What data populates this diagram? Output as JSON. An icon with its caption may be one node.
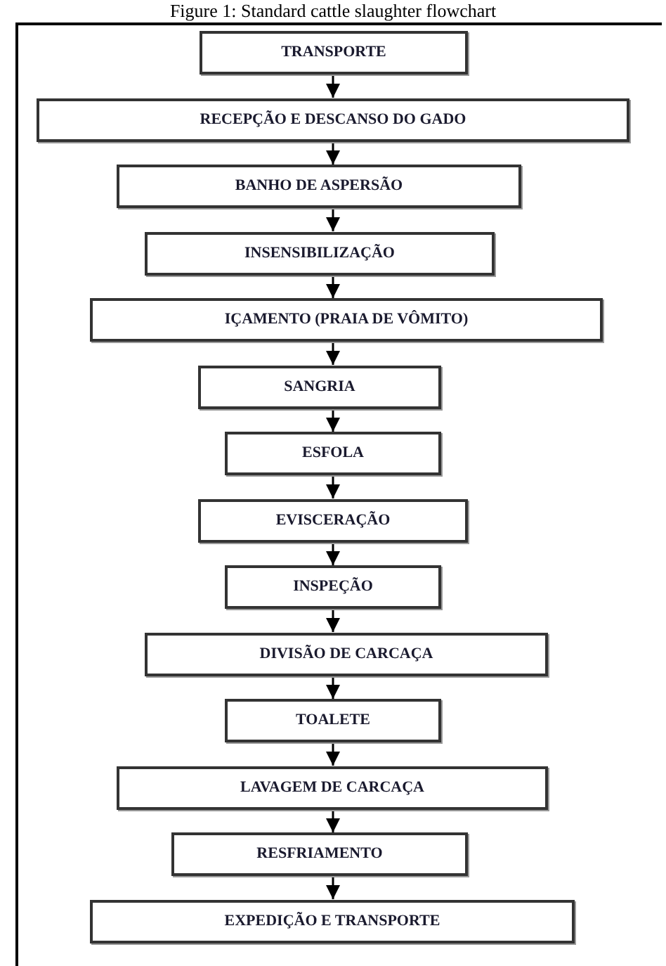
{
  "diagram": {
    "title": "Figure 1: Standard cattle slaughter flowchart",
    "nodes": [
      {
        "text": [
          "TRANSPORTE"
        ]
      },
      {
        "text": [
          "RECEPÇÃO E DESCANSO DO GADO"
        ]
      },
      {
        "text": [
          "BANHO DE ASPERSÃO"
        ]
      },
      {
        "text": [
          "INSENSIBILIZAÇÃO"
        ]
      },
      {
        "text": [
          "IÇAMENTO (PRAIA DE VÔMITO)"
        ]
      },
      {
        "text": [
          "SANGRIA"
        ]
      },
      {
        "text": [
          "ESFOLA"
        ]
      },
      {
        "text": [
          "EVISCERAÇÃO"
        ]
      },
      {
        "text": [
          "INSPEÇÃO"
        ]
      },
      {
        "text": [
          "DIVISÃO DE CARCAÇA"
        ]
      },
      {
        "text": [
          "TOALETE"
        ]
      },
      {
        "text": [
          "LAVAGEM DE CARCAÇA"
        ]
      },
      {
        "text": [
          "RESFRIAMENTO"
        ]
      },
      {
        "text": [
          "EXPEDIÇÃO E TRANSPORTE"
        ]
      }
    ],
    "edges": [
      {
        "from": 0,
        "to": 1,
        "arrow": "to"
      },
      {
        "from": 1,
        "to": 2,
        "arrow": "to"
      },
      {
        "from": 2,
        "to": 3,
        "arrow": "to"
      },
      {
        "from": 3,
        "to": 4,
        "arrow": "to"
      },
      {
        "from": 4,
        "to": 5,
        "arrow": "to"
      },
      {
        "from": 5,
        "to": 6,
        "arrow": "to"
      },
      {
        "from": 6,
        "to": 7,
        "arrow": "to"
      },
      {
        "from": 7,
        "to": 8,
        "arrow": "to"
      },
      {
        "from": 8,
        "to": 9,
        "arrow": "to"
      },
      {
        "from": 9,
        "to": 10,
        "arrow": "to"
      },
      {
        "from": 10,
        "to": 11,
        "arrow": "to"
      },
      {
        "from": 11,
        "to": 12,
        "arrow": "to"
      },
      {
        "from": 12,
        "to": 13,
        "arrow": "to"
      }
    ]
  }
}
